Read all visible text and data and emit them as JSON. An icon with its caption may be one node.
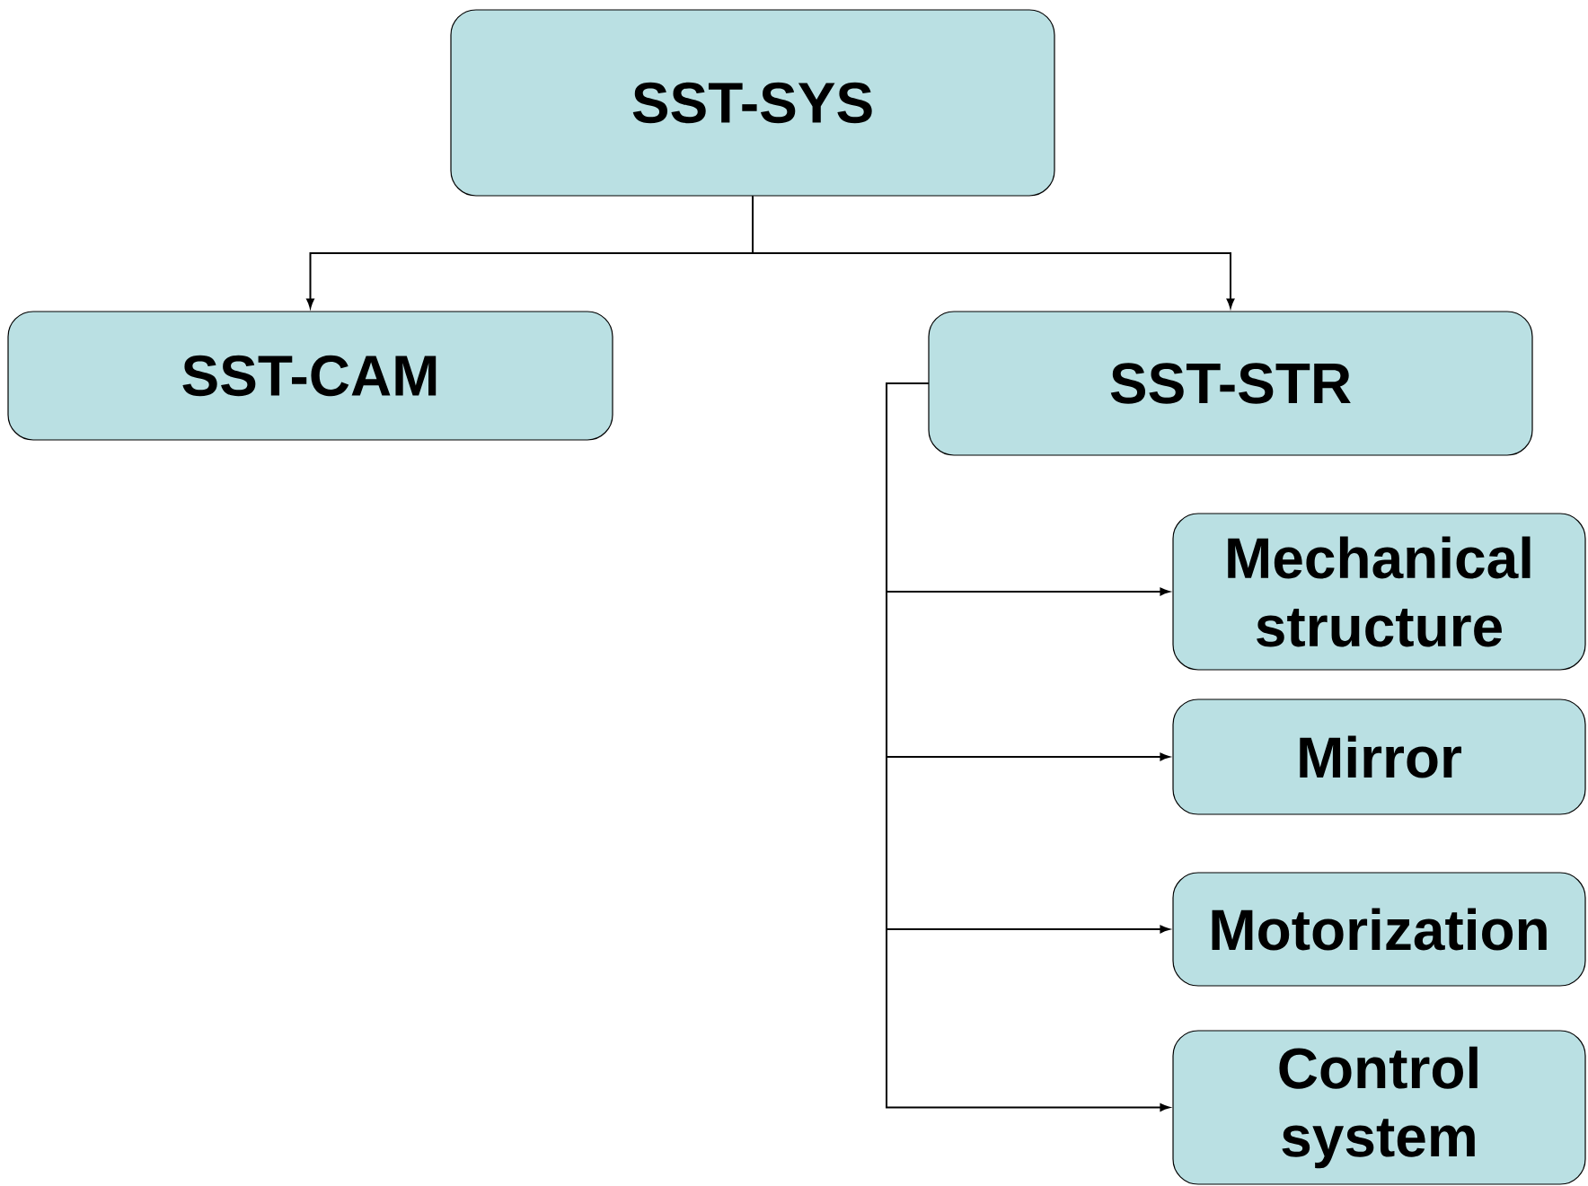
{
  "diagram": {
    "nodes": [
      {
        "text": [
          "SST-SYS"
        ]
      },
      {
        "text": [
          "SST-CAM"
        ]
      },
      {
        "text": [
          "SST-STR"
        ]
      },
      {
        "text": [
          "Mechanical structure"
        ]
      },
      {
        "text": [
          "Mirror"
        ]
      },
      {
        "text": [
          "Motorization"
        ]
      },
      {
        "text": [
          "Control system"
        ]
      }
    ],
    "edges": [
      {
        "from": 0,
        "to": 1,
        "arrow": "to"
      },
      {
        "from": 0,
        "to": 2,
        "arrow": "to"
      },
      {
        "from": 2,
        "to": 3,
        "arrow": "to"
      },
      {
        "from": 2,
        "to": 4,
        "arrow": "to"
      },
      {
        "from": 2,
        "to": 5,
        "arrow": "to"
      },
      {
        "from": 2,
        "to": 6,
        "arrow": "to"
      }
    ]
  }
}
